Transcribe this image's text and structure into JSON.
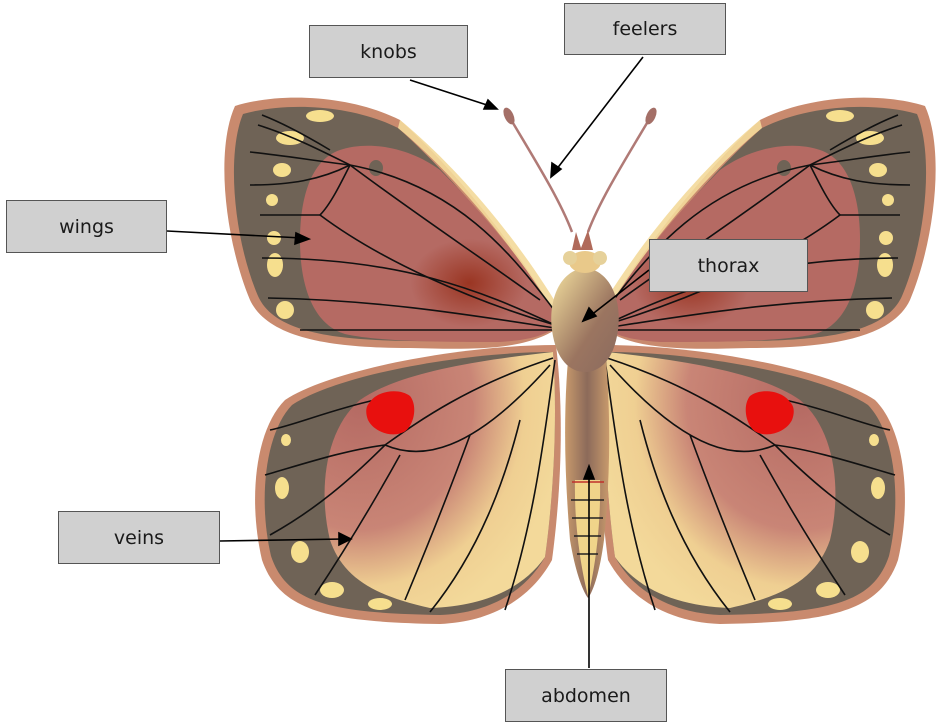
{
  "diagram": {
    "labels": {
      "knobs": "knobs",
      "feelers": "feelers",
      "wings": "wings",
      "thorax": "thorax",
      "veins": "veins",
      "abdomen": "abdomen"
    },
    "colors": {
      "wing_border": "#c98a6e",
      "wing_edge_dark": "#6f6356",
      "wing_main": "#b56a63",
      "wing_inner": "#9a3522",
      "wing_cream": "#f3d99a",
      "spot_yellow": "#f6df8e",
      "eye_spot": "#e8100e",
      "label_bg": "#d0d0d0"
    }
  }
}
